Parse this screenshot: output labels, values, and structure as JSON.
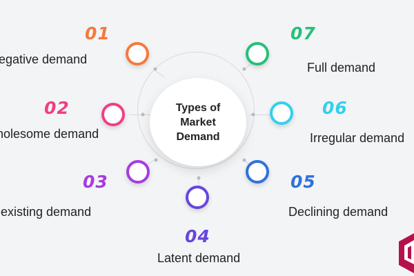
{
  "diagram": {
    "center_title": "Types of Market Demand",
    "items": [
      {
        "number": "01",
        "label": "egative demand",
        "color": "#f47a3b"
      },
      {
        "number": "02",
        "label": "holesome demand",
        "color": "#ef3f85"
      },
      {
        "number": "03",
        "label": "-existing demand",
        "color": "#a63ce0"
      },
      {
        "number": "04",
        "label": "Latent demand",
        "color": "#6745de"
      },
      {
        "number": "05",
        "label": "Declining demand",
        "color": "#2f72dc"
      },
      {
        "number": "06",
        "label": "Irregular demand",
        "color": "#31d0ef"
      },
      {
        "number": "07",
        "label": "Full demand",
        "color": "#25c07a"
      }
    ]
  },
  "logo": {
    "color": "#b4124d"
  }
}
